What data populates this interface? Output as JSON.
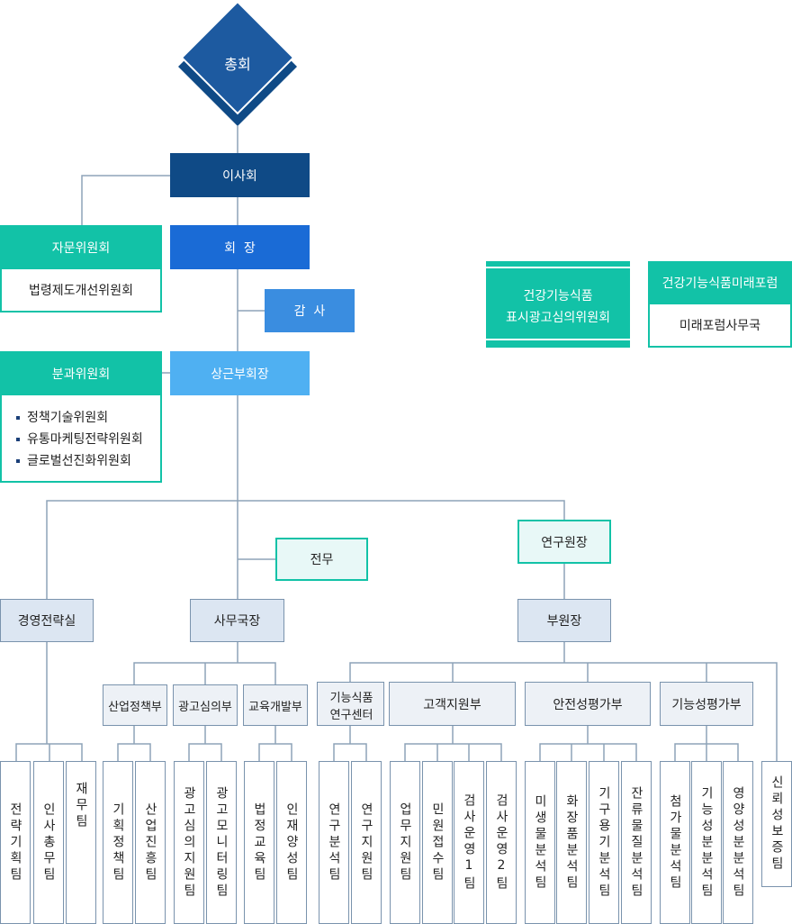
{
  "top": {
    "general_assembly": "총회",
    "board": "이사회",
    "chairman": "회  장",
    "auditor": "감  사",
    "vice_chairman": "상근부회장"
  },
  "advisory": {
    "title": "자문위원회",
    "item": "법령제도개선위원회"
  },
  "subcommittee": {
    "title": "분과위원회",
    "items": [
      "정책기술위원회",
      "유통마케팅전략위원회",
      "글로벌선진화위원회"
    ]
  },
  "labeling_committee": {
    "line1": "건강기능식품",
    "line2": "표시광고심의위원회"
  },
  "future_forum": {
    "title": "건강기능식품미래포럼",
    "item": "미래포럼사무국"
  },
  "executive_director": "전무",
  "research_director": "연구원장",
  "mgmt_office": "경영전략실",
  "secretary_general": "사무국장",
  "deputy_director": "부원장",
  "departments": {
    "industry_policy": "산업정책부",
    "ad_review": "광고심의부",
    "education": "교육개발부",
    "research_center_l1": "기능식품",
    "research_center_l2": "연구센터",
    "customer_support": "고객지원부",
    "safety": "안전성평가부",
    "functionality": "기능성평가부"
  },
  "teams": [
    "전략기획팀",
    "인사총무팀",
    "재무팀",
    "기획정책팀",
    "산업진흥팀",
    "광고심의지원팀",
    "광고모니터링팀",
    "법정교육팀",
    "인재양성팀",
    "연구분석팀",
    "연구지원팀",
    "업무지원팀",
    "민원접수팀",
    "검사운영1팀",
    "검사운영2팀",
    "미생물분석팀",
    "화장품분석팀",
    "기구용기분석팀",
    "잔류물질분석팀",
    "첨가물분석팀",
    "기능성분분석팀",
    "영양성분분석팀",
    "신뢰성보증팀"
  ]
}
